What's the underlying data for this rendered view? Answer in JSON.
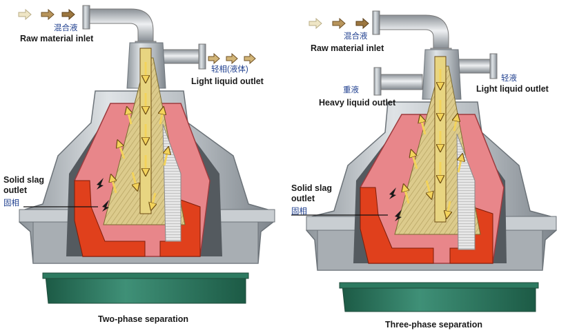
{
  "two_phase": {
    "caption": "Two-phase separation",
    "inlet_cn": "混合液",
    "inlet_en": "Raw material inlet",
    "light_cn": "轻相(液体)",
    "light_en": "Light liquid outlet",
    "solid_en_1": "Solid slag",
    "solid_en_2": "outlet",
    "solid_cn": "固相"
  },
  "three_phase": {
    "caption": "Three-phase separation",
    "inlet_cn": "混合液",
    "inlet_en": "Raw material inlet",
    "light_cn": "轻液",
    "light_en": "Light liquid outlet",
    "heavy_cn": "重液",
    "heavy_en": "Heavy liquid outlet",
    "solid_en_1": "Solid slag",
    "solid_en_2": "outlet",
    "solid_cn": "固相"
  },
  "colors": {
    "metal": "#b9bec4",
    "metal_dark": "#7e858c",
    "chamber": "#e8868a",
    "solid": "#e0401c",
    "disc_stack": "#d9c98a",
    "flow_arrow": "#f3d35b",
    "base": "#2f7a60"
  }
}
